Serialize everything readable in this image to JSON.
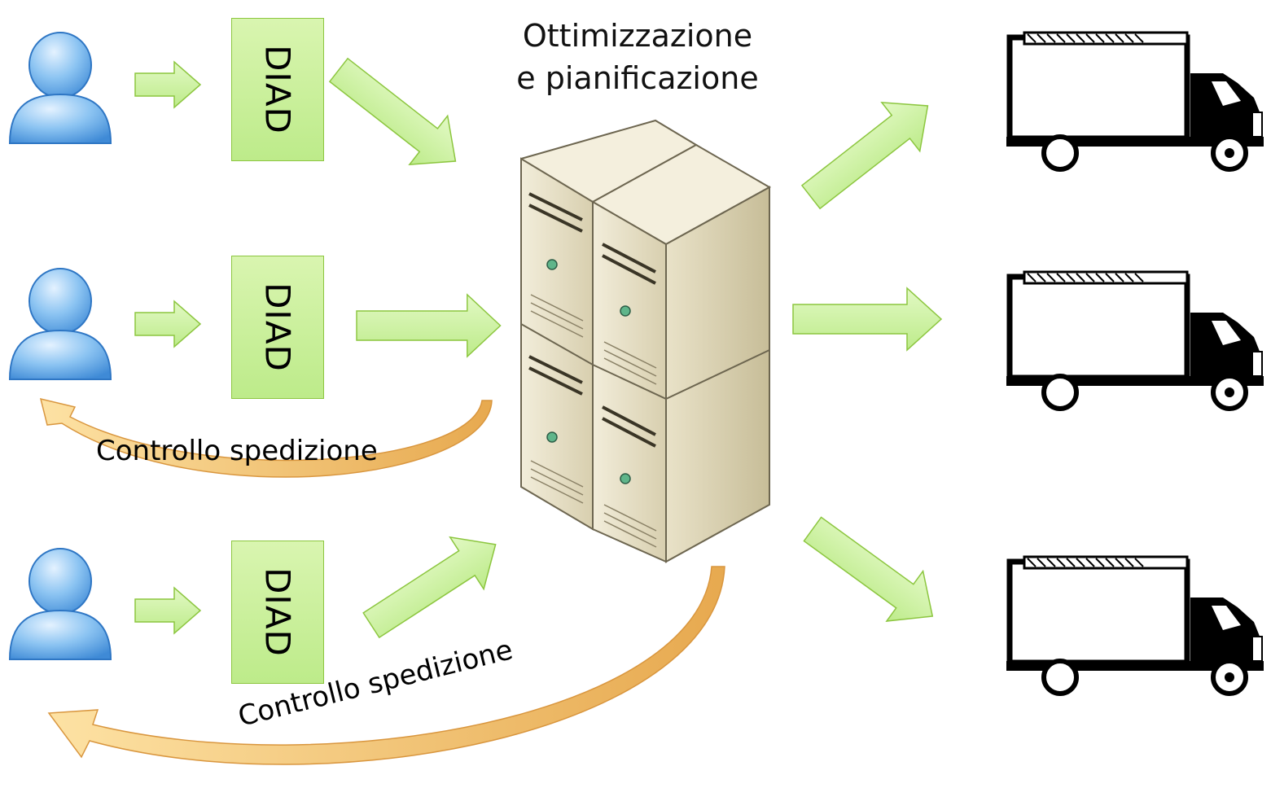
{
  "title": {
    "line1": "Ottimizzazione",
    "line2": "e pianificazione"
  },
  "diad_boxes": [
    {
      "label": "DIAD"
    },
    {
      "label": "DIAD"
    },
    {
      "label": "DIAD"
    }
  ],
  "feedback": {
    "label_middle": "Controllo spedizione",
    "label_bottom": "Controllo spedizione"
  },
  "colors": {
    "arrow_green": "#c5ef98",
    "arrow_green_border": "#8cc63f",
    "arrow_orange": "#f6c56e",
    "user_blue": "#6fb0ea",
    "server_beige": "#e8e2c9"
  },
  "icons": [
    "user-icon",
    "server-icon",
    "truck-icon"
  ]
}
